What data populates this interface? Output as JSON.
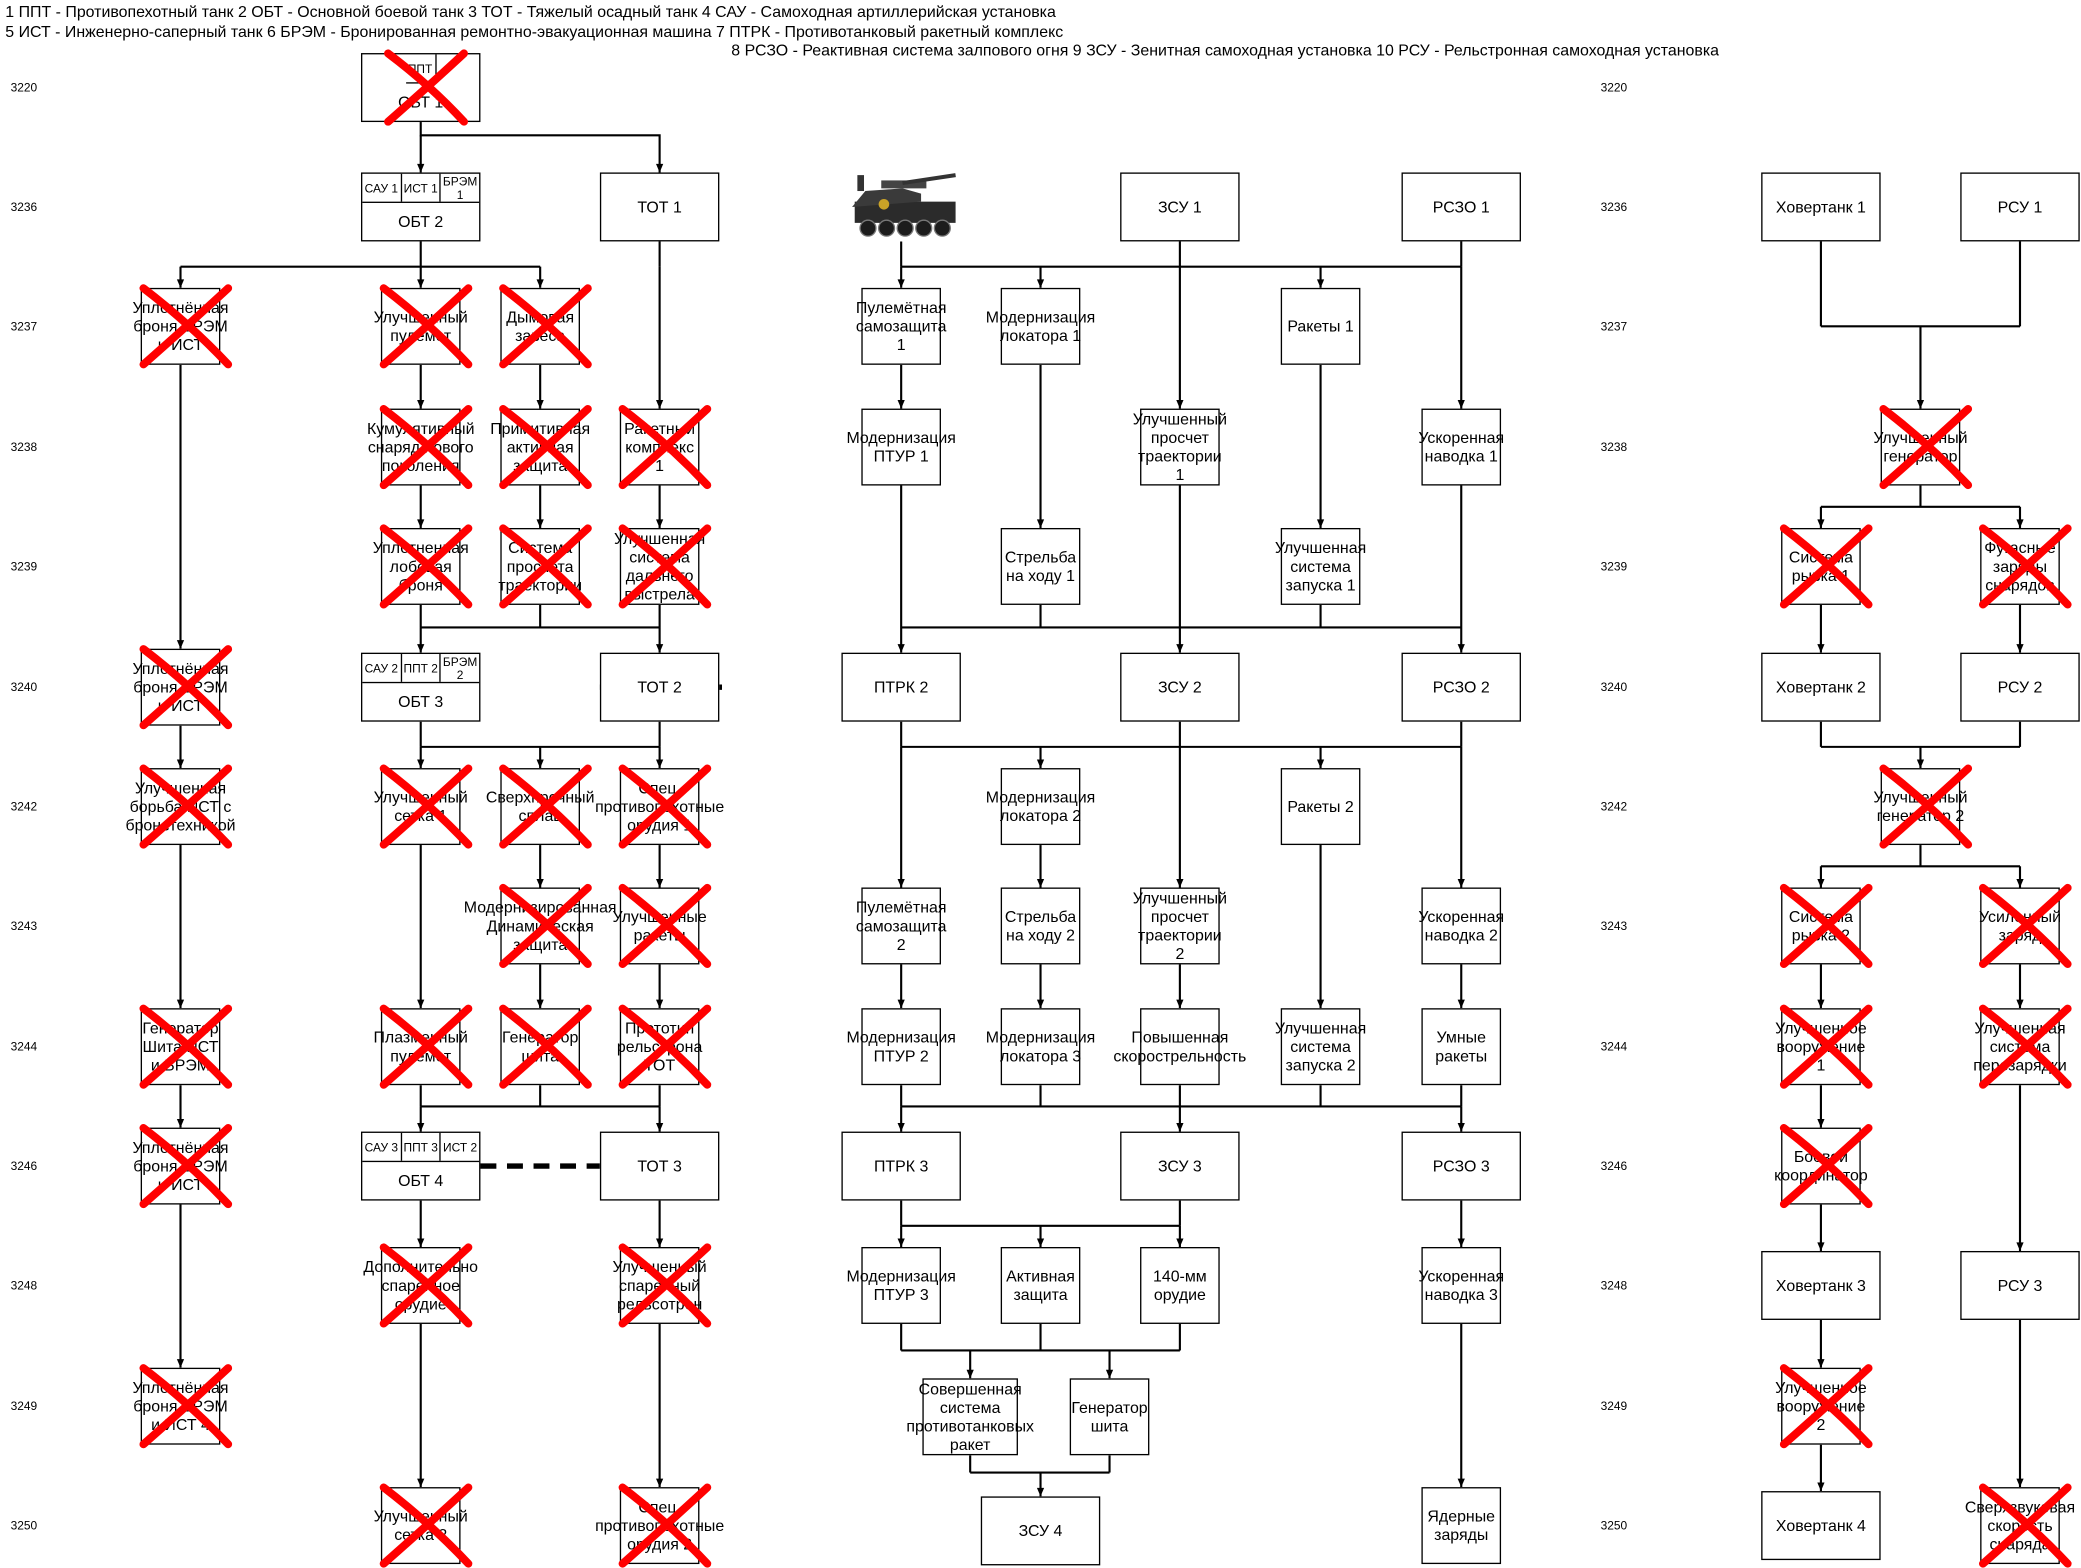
{
  "legend": [
    "1 ППТ - Противопехотный танк 2 ОБТ - Основной боевой танк 3 ТОТ - Тяжелый осадный танк 4 САУ - Самоходная артиллерийская установка",
    "5 ИСТ - Инженерно-саперный танк 6 БРЭМ - Бронированная ремонтно-эвакуационная машина 7 ПТРК - Противотанковый ракетный комплекс",
    "8 РСЗО - Реактивная система залпового огня 9 ЗСУ - Зенитная самоходная установка 10 РСУ - Рельстронная самоходная установка"
  ],
  "years": [
    "3220",
    "3236",
    "3237",
    "3238",
    "3239",
    "3240",
    "3242",
    "3243",
    "3244",
    "3246",
    "3248",
    "3249",
    "3250"
  ],
  "nodes": [
    {
      "id": "obt1",
      "label": "ОБТ 1",
      "sub": [
        "ППТ"
      ],
      "crossed": true
    },
    {
      "id": "obt2",
      "label": "ОБТ 2",
      "sub": [
        "САУ 1",
        "ИСТ 1",
        "БРЭМ 1"
      ]
    },
    {
      "id": "tot1",
      "label": "ТОТ 1"
    },
    {
      "id": "uplBremIst",
      "label": "Уплотнённая броня БРЭМ и ИСТ",
      "crossed": true
    },
    {
      "id": "uplPulemet",
      "label": "Улучшенный пулемет",
      "crossed": true
    },
    {
      "id": "dym",
      "label": "Дымовая завеса",
      "crossed": true
    },
    {
      "id": "kum",
      "label": "Кумулятивный снаряд нового поколения",
      "crossed": true
    },
    {
      "id": "primAkt",
      "label": "Примитивная активная защита",
      "crossed": true
    },
    {
      "id": "raketKomp1",
      "label": "Ракетный комплекс 1",
      "crossed": true
    },
    {
      "id": "uplLob",
      "label": "Уплотненная лобовая броня",
      "crossed": true
    },
    {
      "id": "sistPrisch",
      "label": "Система просчета траектории",
      "crossed": true
    },
    {
      "id": "uplDalnVyst",
      "label": "Улучшенная система дальнего выстрела",
      "crossed": true
    },
    {
      "id": "obt3",
      "label": "ОБТ 3",
      "sub": [
        "САУ 2",
        "ППТ 2",
        "БРЭМ 2"
      ]
    },
    {
      "id": "tot2",
      "label": "ТОТ 2"
    },
    {
      "id": "uplBrem2",
      "label": "Уплотнённая броня БРЭМ и ИСТ",
      "crossed": true
    },
    {
      "id": "uplBorba",
      "label": "Улучшенная борьба ИСТ с бронетехникой",
      "crossed": true
    },
    {
      "id": "uplSet1",
      "label": "Улучшенный сетка 1",
      "crossed": true
    },
    {
      "id": "sverhProch",
      "label": "Сверхпрочный сплав",
      "crossed": true
    },
    {
      "id": "specProtiv1",
      "label": "Спец. противопехотные орудия 1",
      "crossed": true
    },
    {
      "id": "modDin",
      "label": "Модернизированная Динамическая защита",
      "crossed": true
    },
    {
      "id": "uplRaket",
      "label": "Улучшенные ракеты",
      "crossed": true
    },
    {
      "id": "genShitIst",
      "label": "Генератор Шита ИСТ и БРЭМ",
      "crossed": true
    },
    {
      "id": "plazPul",
      "label": "Плазменный пулемет",
      "crossed": true
    },
    {
      "id": "genShit",
      "label": "Генератор шита",
      "crossed": true
    },
    {
      "id": "protRels",
      "label": "Прототип рельстрона ТОТ",
      "crossed": true
    },
    {
      "id": "uplBrem3",
      "label": "Уплотнённая броня БРЭМ и ИСТ",
      "crossed": true
    },
    {
      "id": "obt4",
      "label": "ОБТ 4",
      "sub": [
        "САУ 3",
        "ППТ 3",
        "ИСТ 2"
      ]
    },
    {
      "id": "tot3",
      "label": "ТОТ 3"
    },
    {
      "id": "dopSpar",
      "label": "Дополнительно спаренное орудие",
      "crossed": true
    },
    {
      "id": "uplSparRels",
      "label": "Улучшенный спаренный рельсотрон",
      "crossed": true
    },
    {
      "id": "uplBrem4",
      "label": "Уплотнённая броня БРЭМ и ИСТ 4",
      "crossed": true
    },
    {
      "id": "uplSet2",
      "label": "Улучшенный сетка 2",
      "crossed": true
    },
    {
      "id": "specProtiv2",
      "label": "Спец. противопехотные орудия 2",
      "crossed": true
    },
    {
      "id": "ptrk1",
      "label": "",
      "image": "vehicle"
    },
    {
      "id": "zsu1",
      "label": "ЗСУ 1"
    },
    {
      "id": "rszo1",
      "label": "РСЗО 1"
    },
    {
      "id": "pulSam1",
      "label": "Пулемётная самозащита 1"
    },
    {
      "id": "modLok1",
      "label": "Модернизация локатора 1"
    },
    {
      "id": "raket1",
      "label": "Ракеты 1"
    },
    {
      "id": "modPtur1",
      "label": "Модернизация ПТУР 1"
    },
    {
      "id": "uplPros1",
      "label": "Улучшенный просчет траектории 1"
    },
    {
      "id": "uskNav1",
      "label": "Ускоренная наводка 1"
    },
    {
      "id": "strHod1",
      "label": "Стрельба на ходу 1"
    },
    {
      "id": "uplZap1",
      "label": "Улучшенная система запуска 1"
    },
    {
      "id": "ptrk2",
      "label": "ПТРК 2"
    },
    {
      "id": "zsu2",
      "label": "ЗСУ 2"
    },
    {
      "id": "rszo2",
      "label": "РСЗО 2"
    },
    {
      "id": "modLok2",
      "label": "Модернизация локатора 2"
    },
    {
      "id": "raket2",
      "label": "Ракеты 2"
    },
    {
      "id": "pulSam2",
      "label": "Пулемётная самозащита 2"
    },
    {
      "id": "strHod2",
      "label": "Стрельба на ходу 2"
    },
    {
      "id": "uplPros2",
      "label": "Улучшенный просчет траектории 2"
    },
    {
      "id": "uskNav2",
      "label": "Ускоренная наводка 2"
    },
    {
      "id": "modPtur2",
      "label": "Модернизация ПТУР 2"
    },
    {
      "id": "modLok3",
      "label": "Модернизация локатора 3"
    },
    {
      "id": "povSkor",
      "label": "Повышенная скорострельность"
    },
    {
      "id": "uplZap2",
      "label": "Улучшенная система запуска 2"
    },
    {
      "id": "umnRak",
      "label": "Умные ракеты"
    },
    {
      "id": "ptrk3",
      "label": "ПТРК 3"
    },
    {
      "id": "zsu3",
      "label": "ЗСУ 3"
    },
    {
      "id": "rszo3",
      "label": "РСЗО 3"
    },
    {
      "id": "modPtur3",
      "label": "Модернизация ПТУР 3"
    },
    {
      "id": "aktZash",
      "label": "Активная защита"
    },
    {
      "id": "orud140",
      "label": "140-мм орудие"
    },
    {
      "id": "uskNav3",
      "label": "Ускоренная наводка 3"
    },
    {
      "id": "soversh",
      "label": "Совершенная система противотанковых ракет"
    },
    {
      "id": "genShit2",
      "label": "Генератор шита"
    },
    {
      "id": "zsu4",
      "label": "ЗСУ 4"
    },
    {
      "id": "yadZar",
      "label": "Ядерные заряды"
    },
    {
      "id": "hov1",
      "label": "Ховертанк 1"
    },
    {
      "id": "rsu1",
      "label": "РСУ 1"
    },
    {
      "id": "uplGen",
      "label": "Улучшенный генератор",
      "crossed": true
    },
    {
      "id": "sistRyv1",
      "label": "Система рывка 1",
      "crossed": true
    },
    {
      "id": "fugas",
      "label": "Фугасные заряды снарядов",
      "crossed": true
    },
    {
      "id": "hov2",
      "label": "Ховертанк 2"
    },
    {
      "id": "rsu2",
      "label": "РСУ 2"
    },
    {
      "id": "uplGen2",
      "label": "Улучшенный генератор 2",
      "crossed": true
    },
    {
      "id": "sistRyv2",
      "label": "Система рывка 2",
      "crossed": true
    },
    {
      "id": "usilZar",
      "label": "Усиленный заряд",
      "crossed": true
    },
    {
      "id": "uplVoor1",
      "label": "Улучшенное вооружение 1",
      "crossed": true
    },
    {
      "id": "uplPerez",
      "label": "Улучшенная система перезарядки",
      "crossed": true
    },
    {
      "id": "boevKoord",
      "label": "Боевой координатор",
      "crossed": true
    },
    {
      "id": "hov3",
      "label": "Ховертанк 3"
    },
    {
      "id": "rsu3",
      "label": "РСУ 3"
    },
    {
      "id": "uplVoor2",
      "label": "Улучшенное вооружение 2",
      "crossed": true
    },
    {
      "id": "hov4",
      "label": "Ховертанк 4"
    },
    {
      "id": "sverhZvuk",
      "label": "Сверхзвуковая скорость снаряда",
      "crossed": true
    }
  ],
  "colors": {
    "line": "#000000",
    "cross": "#ff0000",
    "box": "#ffffff"
  },
  "icons": [
    "vehicle-icon",
    "red-cross-mark"
  ]
}
